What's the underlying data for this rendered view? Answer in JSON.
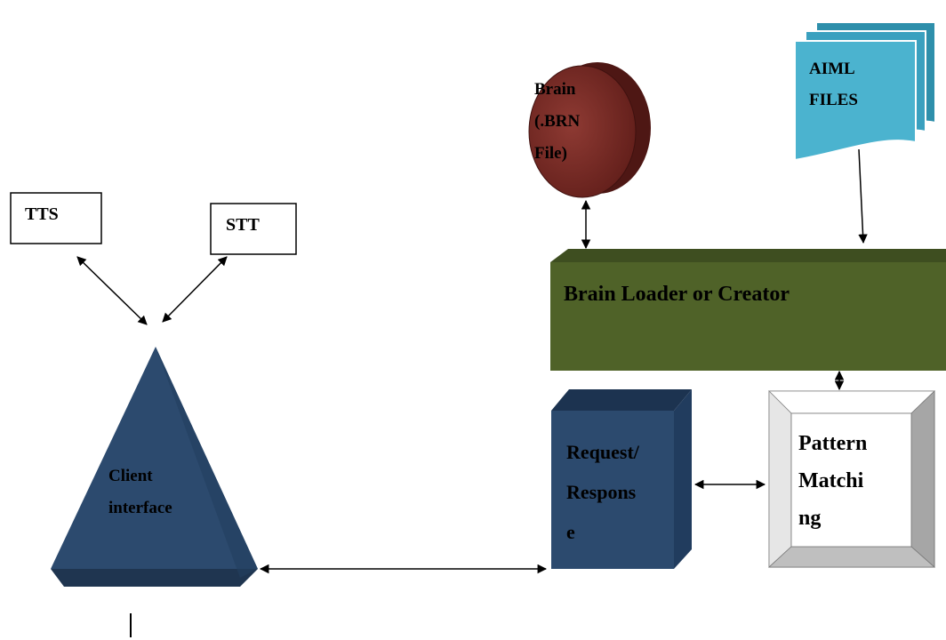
{
  "nodes": {
    "tts": {
      "label": "TTS"
    },
    "stt": {
      "label": "STT"
    },
    "brain_file": {
      "label": "Brain\n(.BRN\nFile)"
    },
    "aiml_files": {
      "label": "AIML\nFILES"
    },
    "brain_loader": {
      "label": "Brain Loader or Creator"
    },
    "request_response": {
      "label": "Request/\nRespons\ne"
    },
    "pattern_matching": {
      "label": "Pattern\nMatchi\nng"
    },
    "client_interface": {
      "label": "Client\ninterface"
    }
  },
  "colors": {
    "brain_file": "#7a2a25",
    "aiml_files": "#4bb3cf",
    "brain_loader": "#4f6228",
    "request_response": "#2c4a6e",
    "client_interface": "#2c4a6e",
    "pattern_frame": "#d9d9d9"
  }
}
